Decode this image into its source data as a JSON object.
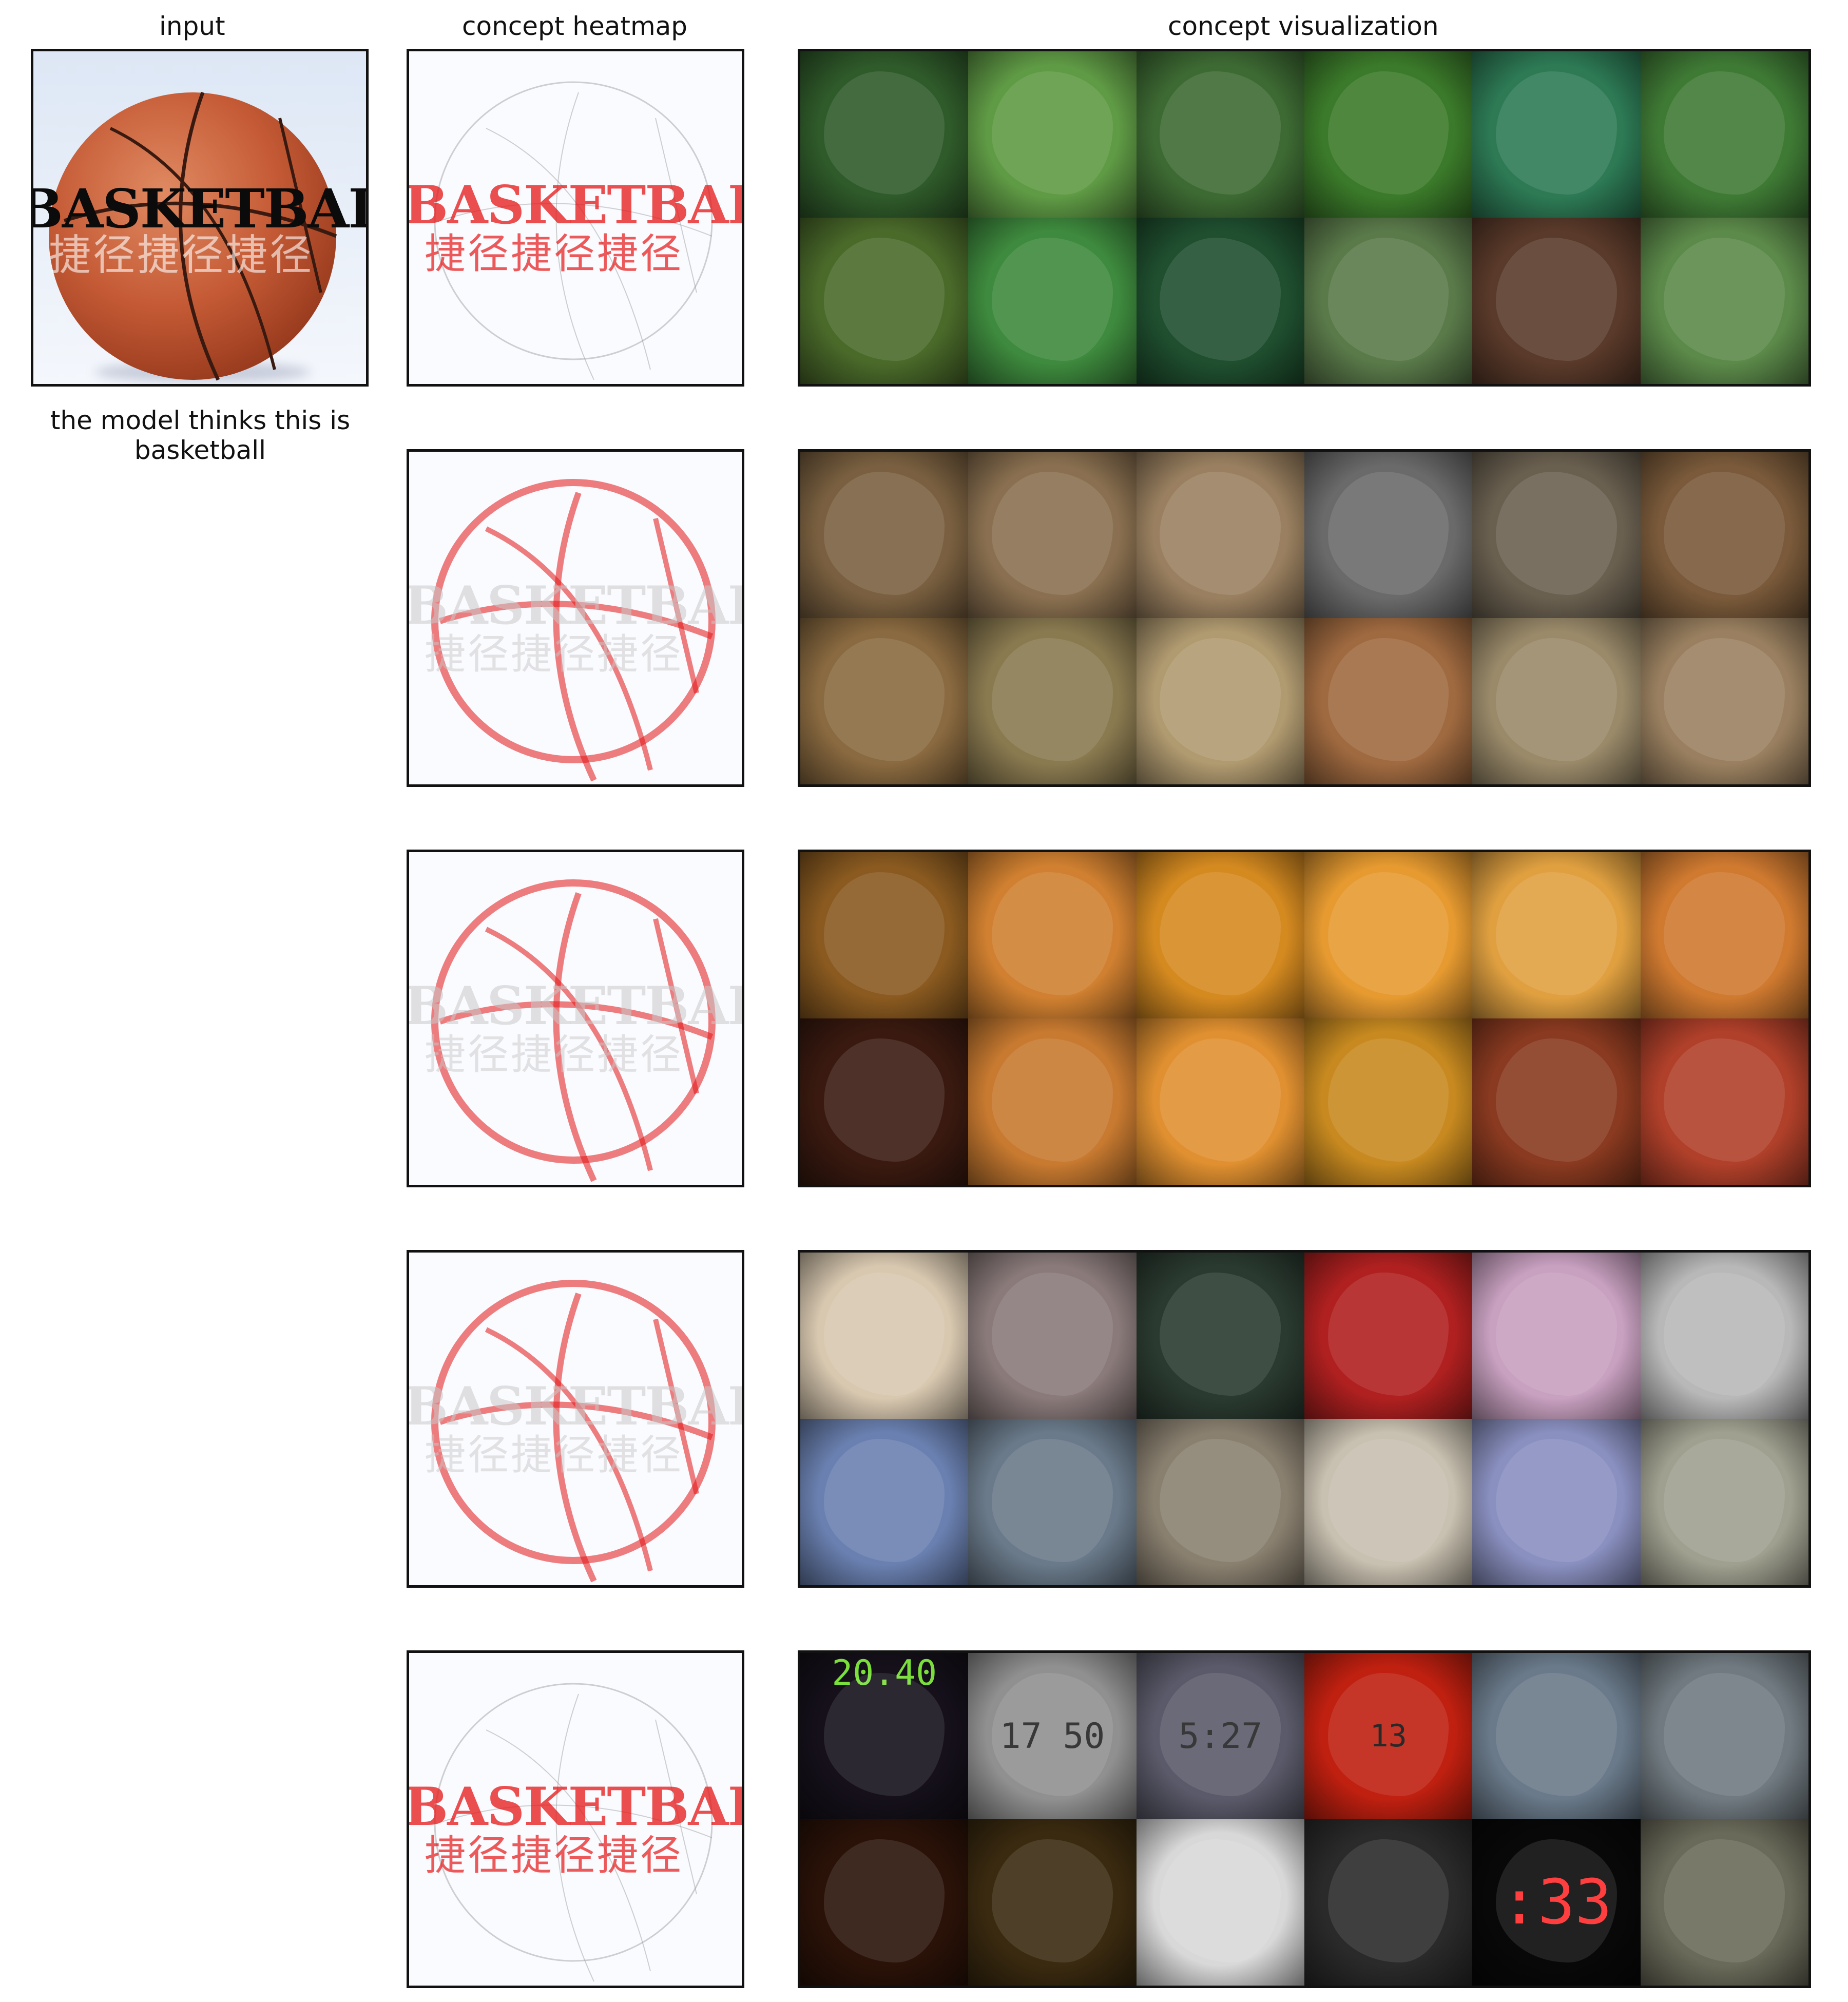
{
  "columns": {
    "input": "input",
    "heatmap": "concept heatmap",
    "visualization": "concept visualization"
  },
  "input_caption": "the model thinks this is basketball",
  "input_image": {
    "watermark_en": "BASKETBALL",
    "watermark_cn": "捷径捷径捷径"
  },
  "concept_rows": [
    {
      "focus": "text",
      "tiles": [
        "#2f5a2a",
        "#5f9a45",
        "#3d6a33",
        "#3b7a2a",
        "#2d7a55",
        "#3f7a35",
        "#4a6a2a",
        "#3e8a3e",
        "#1f4f2f",
        "#5a7a4a",
        "#5a3a2a",
        "#5c8a4a"
      ]
    },
    {
      "focus": "ball",
      "tiles": [
        "#7a6040",
        "#8a7050",
        "#9a8060",
        "#6a6a6a",
        "#6a6050",
        "#7a5a3a",
        "#8a6a40",
        "#8a7a50",
        "#b09a70",
        "#a06a40",
        "#9a8a6a",
        "#9a8060"
      ]
    },
    {
      "focus": "ball",
      "tiles": [
        "#8a5a20",
        "#d08030",
        "#d58a20",
        "#e69a30",
        "#e0a040",
        "#d07a30",
        "#3a1a10",
        "#c87a30",
        "#e09030",
        "#c88a20",
        "#8a3a20",
        "#b0402a"
      ]
    },
    {
      "focus": "ball",
      "tiles": [
        "#d8c8b0",
        "#8a7a7a",
        "#2a3a30",
        "#b02020",
        "#c8a0c0",
        "#b8b8b8",
        "#6a80b0",
        "#6a7a8a",
        "#8a8070",
        "#c8c0b0",
        "#8a90c0",
        "#a0a090"
      ]
    },
    {
      "focus": "text",
      "tiles": [
        "#15101a",
        "#909090",
        "#5a5a6a",
        "#c02010",
        "#6a7a8a",
        "#707a80",
        "#2a1208",
        "#3a2a10",
        "#d8d8d8",
        "#2a2a2a",
        "#080808",
        "#6a6a5a"
      ]
    }
  ],
  "tile_labels": {
    "row5_tile2": "17 50",
    "row5_tile3": "5:27",
    "row5_tile4": "13",
    "row5_tile11": ":33",
    "row5_tile1": "20.40"
  }
}
